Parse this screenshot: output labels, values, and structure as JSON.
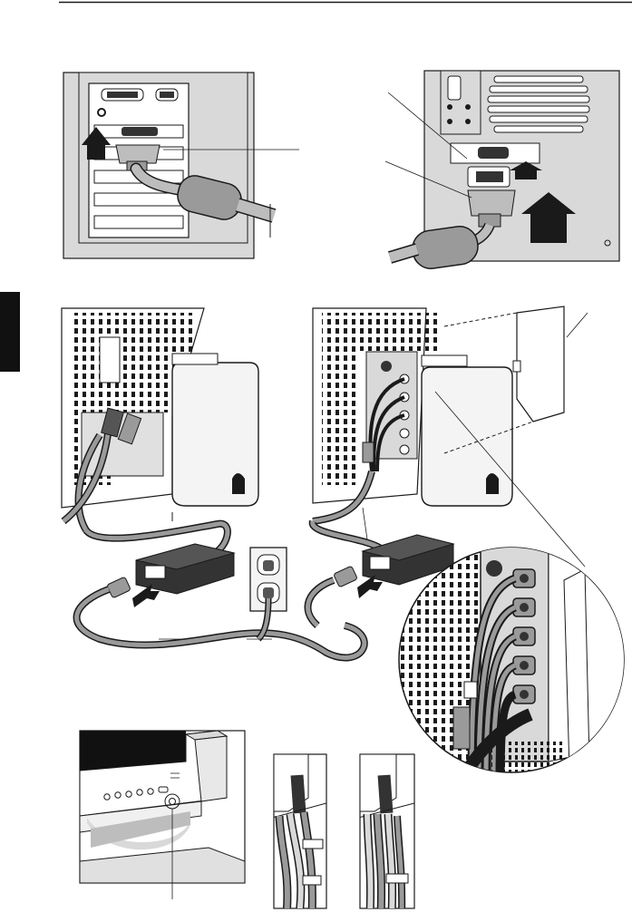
{
  "page": {
    "background": "#ffffff",
    "ink": "#1a1a1a",
    "gray_light": "#d9d9d9",
    "gray_mid": "#9a9a9a",
    "gray_dark": "#555555"
  },
  "figures": [
    {
      "name": "pc-video-card-connection",
      "icons": [
        "video-card-panel-icon",
        "vga-connector-icon",
        "ferrite-cable-icon",
        "insert-arrow-icon"
      ]
    },
    {
      "name": "mac-video-connection",
      "icons": [
        "mac-rear-panel-icon",
        "mac-adapter-icon",
        "vga-connector-icon",
        "insert-arrow-icon"
      ]
    },
    {
      "name": "monitor-rear-pc-power",
      "icons": [
        "monitor-rear-icon",
        "stand-cover-icon",
        "power-adapter-icon",
        "wall-outlet-icon",
        "power-plug-icon"
      ]
    },
    {
      "name": "monitor-rear-bnc-power",
      "icons": [
        "monitor-rear-icon",
        "bnc-connector-panel-icon",
        "cover-panel-icon",
        "power-adapter-icon"
      ]
    },
    {
      "name": "bnc-detail-magnifier",
      "icons": [
        "magnifier-circle-icon",
        "bnc-connector-icon"
      ]
    },
    {
      "name": "monitor-power-button",
      "icons": [
        "monitor-front-icon",
        "front-buttons-icon",
        "power-button-icon"
      ]
    },
    {
      "name": "cable-management-left",
      "icons": [
        "cable-clip-icon"
      ]
    },
    {
      "name": "cable-management-right",
      "icons": [
        "cable-clip-icon"
      ]
    }
  ]
}
